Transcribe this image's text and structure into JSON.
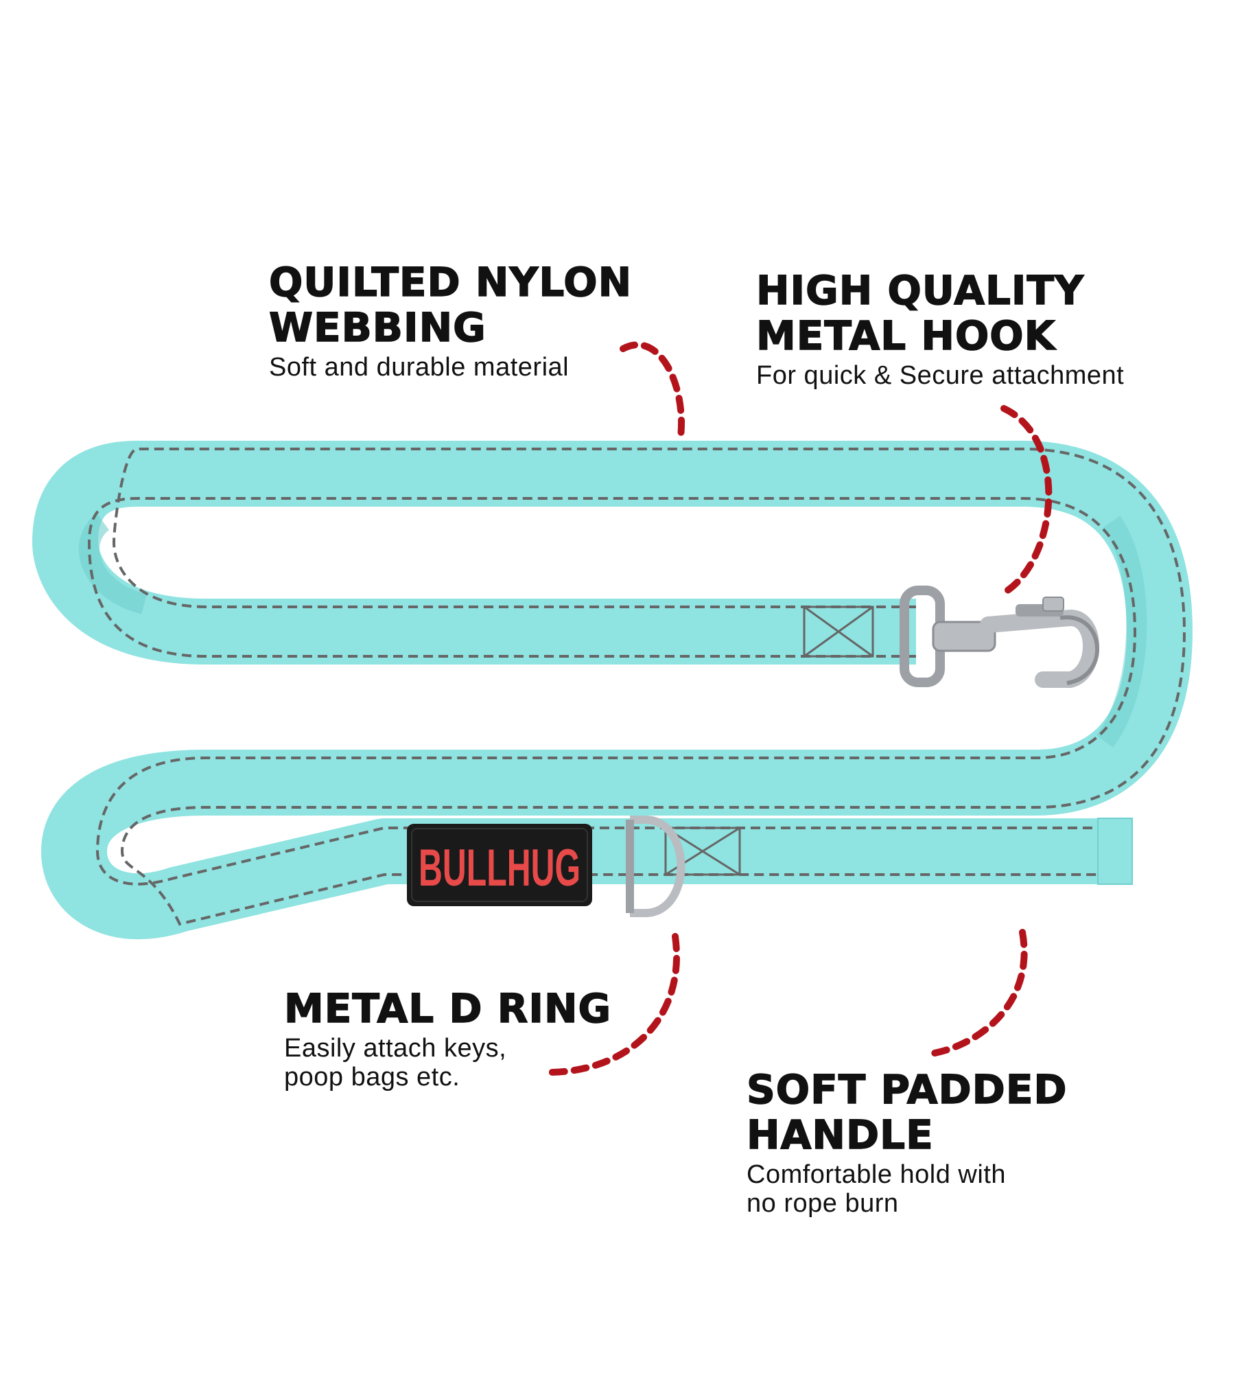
{
  "brand": {
    "name": "BULLHUG",
    "text_color": "#e84a4a",
    "patch_color": "#1a1a1a"
  },
  "colors": {
    "leash": "#8fe3e1",
    "leash_shadow": "#6fcfcd",
    "stitch": "#666666",
    "callout": "#b3141c",
    "metal": "#b9bcc0"
  },
  "features": [
    {
      "title_line1": "QUILTED NYLON",
      "title_line2": "WEBBING",
      "desc_line1": "Soft and durable material",
      "desc_line2": ""
    },
    {
      "title_line1": "HIGH QUALITY",
      "title_line2": "METAL HOOK",
      "desc_line1": "For quick & Secure attachment",
      "desc_line2": ""
    },
    {
      "title_line1": "METAL D RING",
      "title_line2": "",
      "desc_line1": "Easily attach keys,",
      "desc_line2": "poop bags etc."
    },
    {
      "title_line1": "SOFT PADDED",
      "title_line2": "HANDLE",
      "desc_line1": "Comfortable hold with",
      "desc_line2": "no rope burn"
    }
  ],
  "icons": [
    "leash-illustration",
    "metal-hook-icon",
    "d-ring-icon",
    "brand-patch"
  ]
}
